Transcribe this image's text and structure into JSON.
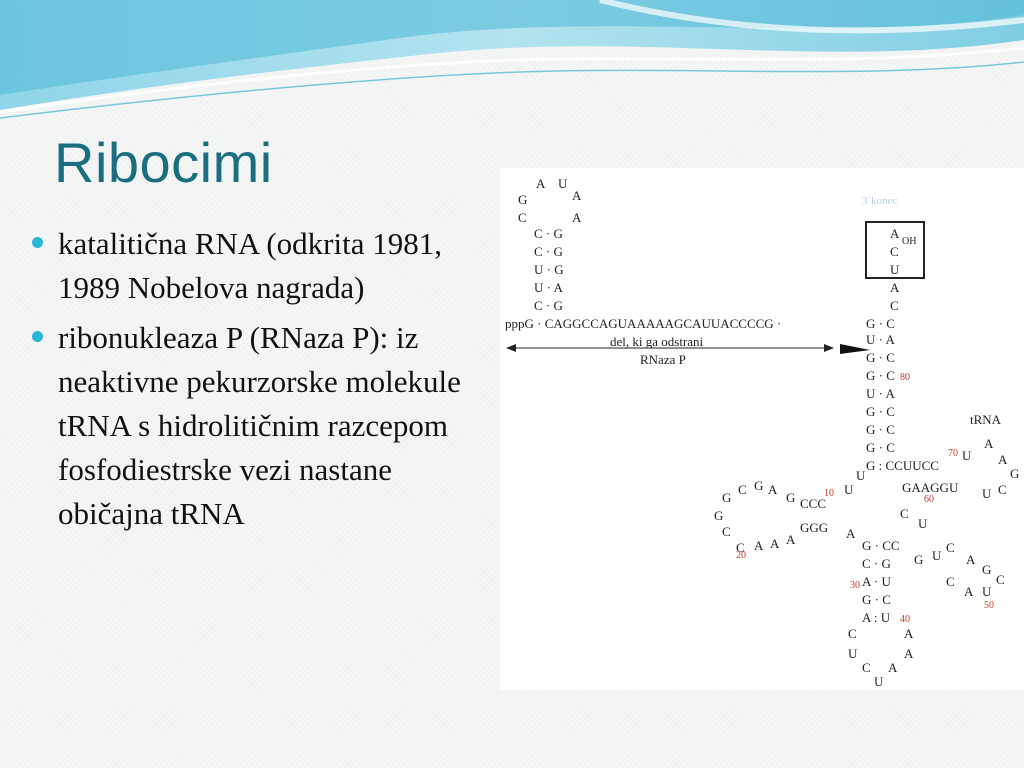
{
  "slide": {
    "title": "Ribocimi",
    "bullets": [
      "katalitična RNA (odkrita 1981, 1989 Nobelova nagrada)",
      "ribonukleaza P (RNaza P): iz neaktivne pekurzorske molekule tRNA s hidrolitičnim razcepom fosfodiestrske vezi nastane običajna tRNA"
    ]
  },
  "figure": {
    "five_prime_strand": "pppG · CAGGCCAGUAAAAAGCAUUACCCCG ·",
    "removed_label_line1": "del, ki ga odstrani",
    "removed_label_line2": "RNaza P",
    "end_label": "3´konec",
    "trna_label": "tRNA",
    "oh_label": "OH",
    "numbers": [
      "10",
      "20",
      "30",
      "40",
      "50",
      "60",
      "70",
      "80"
    ]
  },
  "colors": {
    "title": "#1b6e80",
    "bullet": "#29b5d5",
    "numbers": "#c0392b"
  }
}
